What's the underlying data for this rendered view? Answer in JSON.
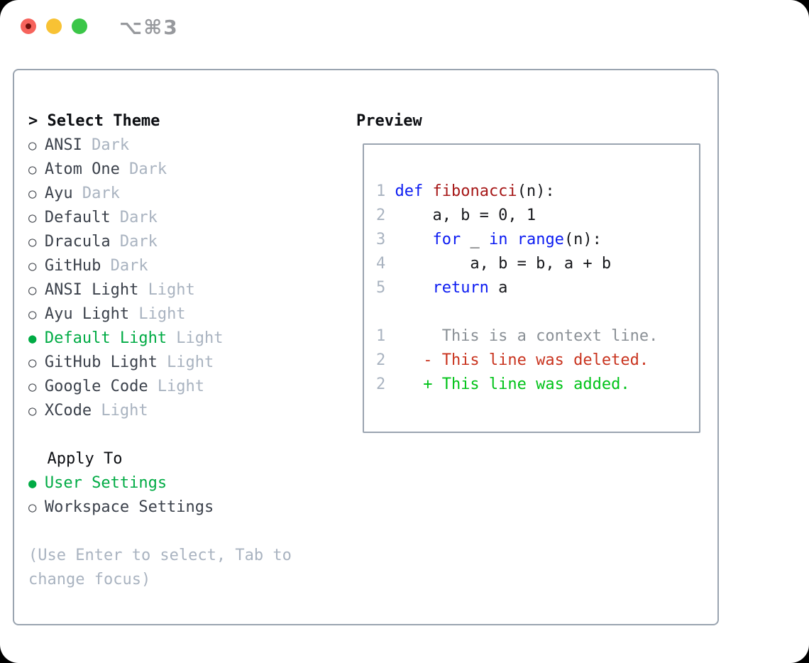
{
  "window": {
    "title": "⌥⌘3",
    "traffic_colors": {
      "close": "#f6635c",
      "close_dot": "#6e100c",
      "minimize": "#f8c234",
      "zoom": "#3bc648"
    }
  },
  "colors": {
    "selection_green": "#00ab44",
    "keyword_blue": "#0b1bf2",
    "function_red": "#a61717",
    "diff_deleted_red": "#c9341f",
    "diff_added_green": "#00c318",
    "context_gray": "#8a9096",
    "muted_gray": "#a9b3c0",
    "panel_border": "#9aa4b0"
  },
  "theme_menu": {
    "cursor": ">",
    "header": "Select Theme",
    "items": [
      {
        "bullet": "○",
        "name": "ANSI",
        "tag": "Dark",
        "selected": false
      },
      {
        "bullet": "○",
        "name": "Atom One",
        "tag": "Dark",
        "selected": false
      },
      {
        "bullet": "○",
        "name": "Ayu",
        "tag": "Dark",
        "selected": false
      },
      {
        "bullet": "○",
        "name": "Default",
        "tag": "Dark",
        "selected": false
      },
      {
        "bullet": "○",
        "name": "Dracula",
        "tag": "Dark",
        "selected": false
      },
      {
        "bullet": "○",
        "name": "GitHub",
        "tag": "Dark",
        "selected": false
      },
      {
        "bullet": "○",
        "name": "ANSI Light",
        "tag": "Light",
        "selected": false
      },
      {
        "bullet": "○",
        "name": "Ayu Light",
        "tag": "Light",
        "selected": false
      },
      {
        "bullet": "●",
        "name": "Default Light",
        "tag": "Light",
        "selected": true
      },
      {
        "bullet": "○",
        "name": "GitHub Light",
        "tag": "Light",
        "selected": false
      },
      {
        "bullet": "○",
        "name": "Google Code",
        "tag": "Light",
        "selected": false
      },
      {
        "bullet": "○",
        "name": "XCode",
        "tag": "Light",
        "selected": false
      }
    ]
  },
  "apply_to": {
    "header": "Apply To",
    "options": [
      {
        "bullet": "●",
        "name": "User Settings",
        "selected": true
      },
      {
        "bullet": "○",
        "name": "Workspace Settings",
        "selected": false
      }
    ]
  },
  "help_text": "(Use Enter to select, Tab to change focus)",
  "preview": {
    "header": "Preview",
    "code_lines": [
      {
        "num": "1",
        "tokens": [
          {
            "t": "def",
            "style": "keyword"
          },
          {
            "t": " ",
            "style": "plain"
          },
          {
            "t": "fibonacci",
            "style": "function"
          },
          {
            "t": "(n):",
            "style": "plain"
          }
        ]
      },
      {
        "num": "2",
        "tokens": [
          {
            "t": "    a, b = 0, 1",
            "style": "plain"
          }
        ]
      },
      {
        "num": "3",
        "tokens": [
          {
            "t": "    ",
            "style": "plain"
          },
          {
            "t": "for",
            "style": "keyword"
          },
          {
            "t": " _ ",
            "style": "plain"
          },
          {
            "t": "in",
            "style": "keyword"
          },
          {
            "t": " ",
            "style": "plain"
          },
          {
            "t": "range",
            "style": "keyword"
          },
          {
            "t": "(n):",
            "style": "plain"
          }
        ]
      },
      {
        "num": "4",
        "tokens": [
          {
            "t": "        a, b = b, a + b",
            "style": "plain"
          }
        ]
      },
      {
        "num": "5",
        "tokens": [
          {
            "t": "    ",
            "style": "plain"
          },
          {
            "t": "return",
            "style": "keyword"
          },
          {
            "t": " a",
            "style": "plain"
          }
        ]
      }
    ],
    "diff_lines": [
      {
        "num": "1",
        "content": "     This is a context line.",
        "style": "context"
      },
      {
        "num": "2",
        "content": "   - This line was deleted.",
        "style": "deleted"
      },
      {
        "num": "2",
        "content": "   + This line was added.",
        "style": "added"
      }
    ]
  }
}
